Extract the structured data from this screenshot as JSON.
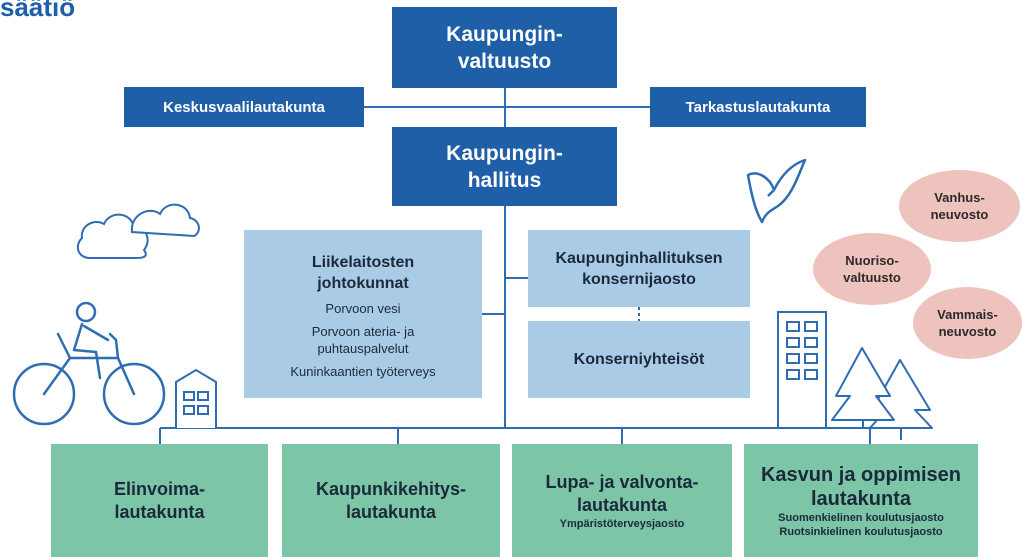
{
  "title": "säätiö",
  "boxes": {
    "valtuusto": "Kaupungin-\nvaltuusto",
    "keskusvaali": "Keskusvaalilautakunta",
    "tarkastus": "Tarkastuslautakunta",
    "hallitus": "Kaupungin-\nhallitus",
    "liikelaitokset": {
      "title": "Liikelaitosten\njohtokunnat",
      "items": [
        "Porvoon vesi",
        "Porvoon ateria- ja\npuhtauspalvelut",
        "Kuninkaantien työterveys"
      ]
    },
    "konsernijaosto": "Kaupunginhallituksen\nkonsernijaosto",
    "konserniyhteisot": "Konserniyhteisöt"
  },
  "boards": [
    {
      "title": "Elinvoima-\nlautakunta",
      "subs": []
    },
    {
      "title": "Kaupunkikehitys-\nlautakunta",
      "subs": []
    },
    {
      "title": "Lupa- ja valvonta-\nlautakunta",
      "subs": [
        "Ympäristöterveysjaosto"
      ]
    },
    {
      "title": "Kasvun ja oppimisen\nlautakunta",
      "subs": [
        "Suomenkielinen koulutusjaosto",
        "Ruotsinkielinen koulutusjaosto"
      ]
    }
  ],
  "councils": {
    "vanhus": "Vanhus-\nneuvosto",
    "nuoriso": "Nuoriso-\nvaltuusto",
    "vammais": "Vammais-\nneuvosto"
  },
  "colors": {
    "dark_blue": "#1f5fa8",
    "light_blue": "#a9cbe6",
    "green": "#7cc5a6",
    "pink": "#efc3bd",
    "line": "#2f6db3"
  },
  "icons": [
    "bird-icon",
    "cloud-icon",
    "cyclist-icon",
    "house-icon",
    "apartment-building-icon",
    "tree-icon"
  ]
}
